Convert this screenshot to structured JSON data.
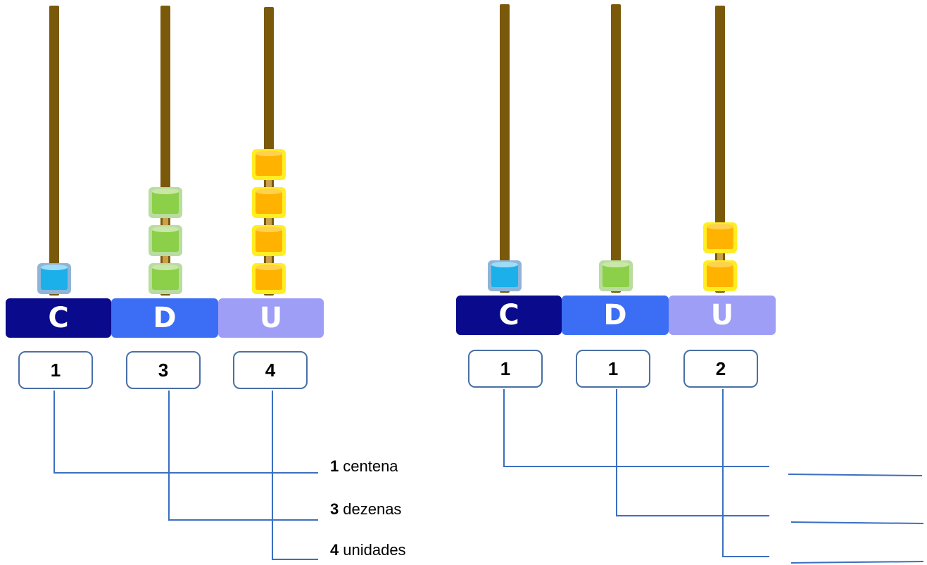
{
  "colors": {
    "rod": "#7a5a0a",
    "box_centenas": "#0a0a8c",
    "box_dezenas": "#3b6ef5",
    "box_unidades": "#9e9ef7",
    "connector": "#3b6fc0",
    "bead_blue": "#1bb0ea",
    "bead_green": "#8ccf48",
    "bead_orange": "#ffb300"
  },
  "abacus_left": {
    "places": [
      {
        "letter": "C",
        "beads": 1,
        "value": "1",
        "bead_color": "blue"
      },
      {
        "letter": "D",
        "beads": 3,
        "value": "3",
        "bead_color": "green"
      },
      {
        "letter": "U",
        "beads": 4,
        "value": "4",
        "bead_color": "orange"
      }
    ],
    "answers": [
      {
        "number": "1",
        "word": "centena"
      },
      {
        "number": "3",
        "word": "dezenas"
      },
      {
        "number": "4",
        "word": "unidades"
      }
    ]
  },
  "abacus_right": {
    "places": [
      {
        "letter": "C",
        "beads": 1,
        "value": "1",
        "bead_color": "blue"
      },
      {
        "letter": "D",
        "beads": 1,
        "value": "1",
        "bead_color": "green"
      },
      {
        "letter": "U",
        "beads": 2,
        "value": "2",
        "bead_color": "orange"
      }
    ],
    "answers": [
      {
        "number": "",
        "word": ""
      },
      {
        "number": "",
        "word": ""
      },
      {
        "number": "",
        "word": ""
      }
    ]
  }
}
